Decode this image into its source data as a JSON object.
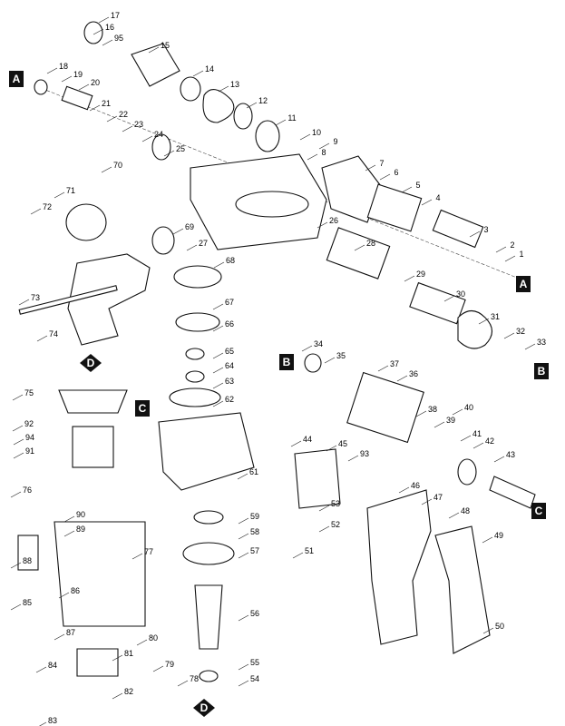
{
  "diagram": {
    "part_numbers": [
      "1",
      "2",
      "3",
      "4",
      "5",
      "6",
      "7",
      "8",
      "9",
      "10",
      "11",
      "12",
      "13",
      "14",
      "15",
      "16",
      "17",
      "18",
      "19",
      "20",
      "21",
      "22",
      "23",
      "24",
      "25",
      "26",
      "27",
      "28",
      "29",
      "30",
      "31",
      "32",
      "33",
      "34",
      "35",
      "36",
      "37",
      "38",
      "39",
      "40",
      "41",
      "42",
      "43",
      "44",
      "45",
      "46",
      "47",
      "48",
      "49",
      "50",
      "51",
      "52",
      "53",
      "54",
      "55",
      "56",
      "57",
      "58",
      "59",
      "61",
      "62",
      "63",
      "64",
      "65",
      "66",
      "67",
      "68",
      "69",
      "70",
      "71",
      "72",
      "73",
      "74",
      "75",
      "76",
      "77",
      "78",
      "79",
      "80",
      "81",
      "82",
      "83",
      "84",
      "85",
      "86",
      "87",
      "88",
      "89",
      "90",
      "91",
      "92",
      "93",
      "94",
      "95"
    ],
    "reference_markers": [
      "A",
      "A",
      "B",
      "B",
      "C",
      "C",
      "D",
      "D"
    ]
  }
}
